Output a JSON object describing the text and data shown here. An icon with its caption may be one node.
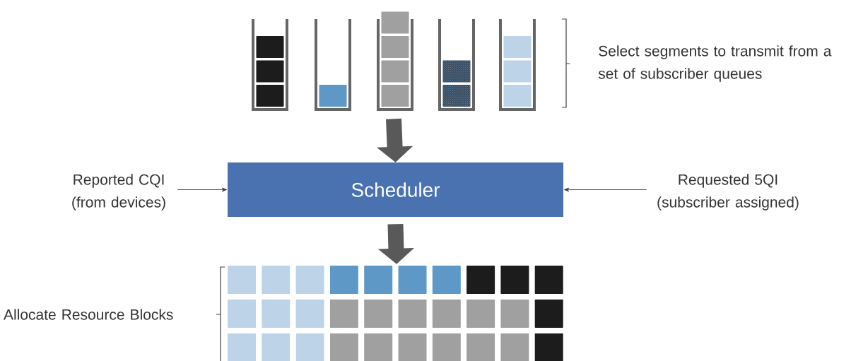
{
  "diagram": {
    "nodes": [
      {
        "text": [
          "Reported CQI (from devices)"
        ]
      },
      {
        "text": [
          "Scheduler"
        ]
      },
      {
        "text": [
          "Requested 5QI (subscriber assigned)"
        ]
      },
      {
        "text": [],
        "shape": "picture"
      },
      {
        "text": [],
        "shape": "picture"
      }
    ],
    "edges": [
      {
        "from": 0,
        "to": 1,
        "arrow": "to"
      },
      {
        "from": 2,
        "to": 1,
        "arrow": "to"
      },
      {
        "from": 3,
        "to": 1,
        "arrow": "to",
        "style": "thick",
        "color": "#595959"
      },
      {
        "from": 1,
        "to": 4,
        "arrow": "to",
        "style": "thick",
        "color": "#595959"
      }
    ],
    "labels": [
      "Select segments to transmit from a set of subscriber queues",
      "Allocate Resource Blocks"
    ]
  }
}
